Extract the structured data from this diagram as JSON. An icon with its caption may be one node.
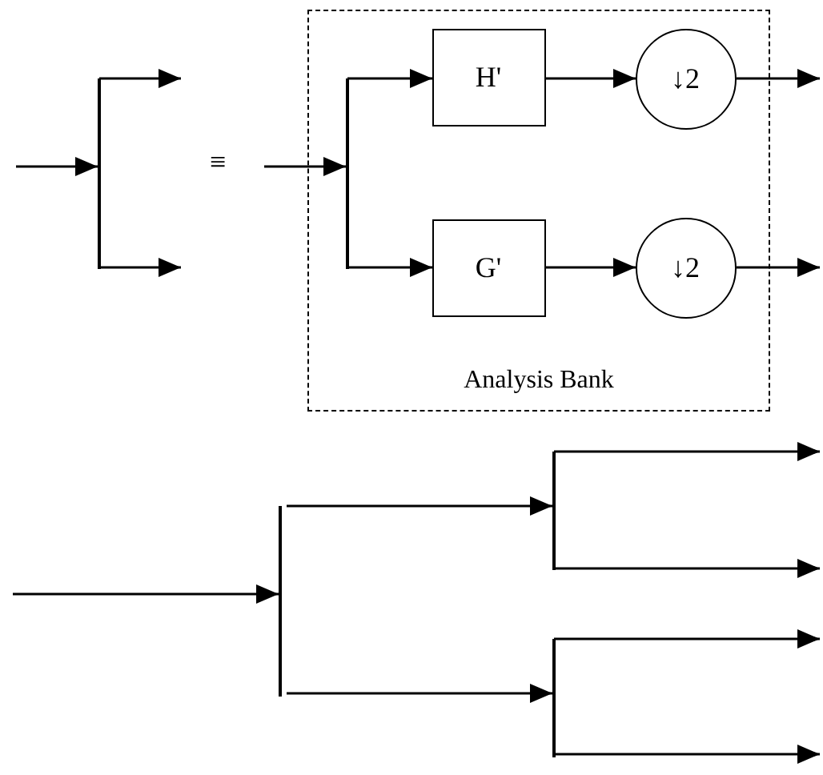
{
  "diagram": {
    "nodes": [
      {
        "text": [
          "Analysis Bank"
        ]
      },
      {
        "text": [
          "H'"
        ],
        "in": 0
      },
      {
        "text": [
          "↓2"
        ],
        "in": 0
      },
      {
        "text": [
          "G'"
        ],
        "in": 0
      },
      {
        "text": [
          "↓2"
        ],
        "in": 0
      },
      {
        "text": [],
        "shape": "bar"
      },
      {
        "text": [],
        "shape": "bar",
        "in": 0
      },
      {
        "text": [],
        "shape": "bar"
      },
      {
        "text": [],
        "shape": "bar"
      },
      {
        "text": [],
        "shape": "bar"
      }
    ],
    "edges": [
      {
        "from": null,
        "to": 5,
        "arrow": "to"
      },
      {
        "from": 5,
        "to": null,
        "arrow": "to"
      },
      {
        "from": 5,
        "to": null,
        "arrow": "to"
      },
      {
        "from": null,
        "to": 6,
        "arrow": "to"
      },
      {
        "from": 6,
        "to": 1,
        "arrow": "to"
      },
      {
        "from": 6,
        "to": 3,
        "arrow": "to"
      },
      {
        "from": 1,
        "to": 2,
        "arrow": "to"
      },
      {
        "from": 3,
        "to": 4,
        "arrow": "to"
      },
      {
        "from": 2,
        "to": null,
        "arrow": "to"
      },
      {
        "from": 4,
        "to": null,
        "arrow": "to"
      },
      {
        "from": null,
        "to": 7,
        "arrow": "to"
      },
      {
        "from": 7,
        "to": 8,
        "arrow": "to"
      },
      {
        "from": 7,
        "to": 9,
        "arrow": "to"
      },
      {
        "from": 8,
        "to": null,
        "arrow": "to"
      },
      {
        "from": 8,
        "to": null,
        "arrow": "to"
      },
      {
        "from": 9,
        "to": null,
        "arrow": "to"
      },
      {
        "from": 9,
        "to": null,
        "arrow": "to"
      }
    ],
    "labels": [
      "≡"
    ]
  }
}
